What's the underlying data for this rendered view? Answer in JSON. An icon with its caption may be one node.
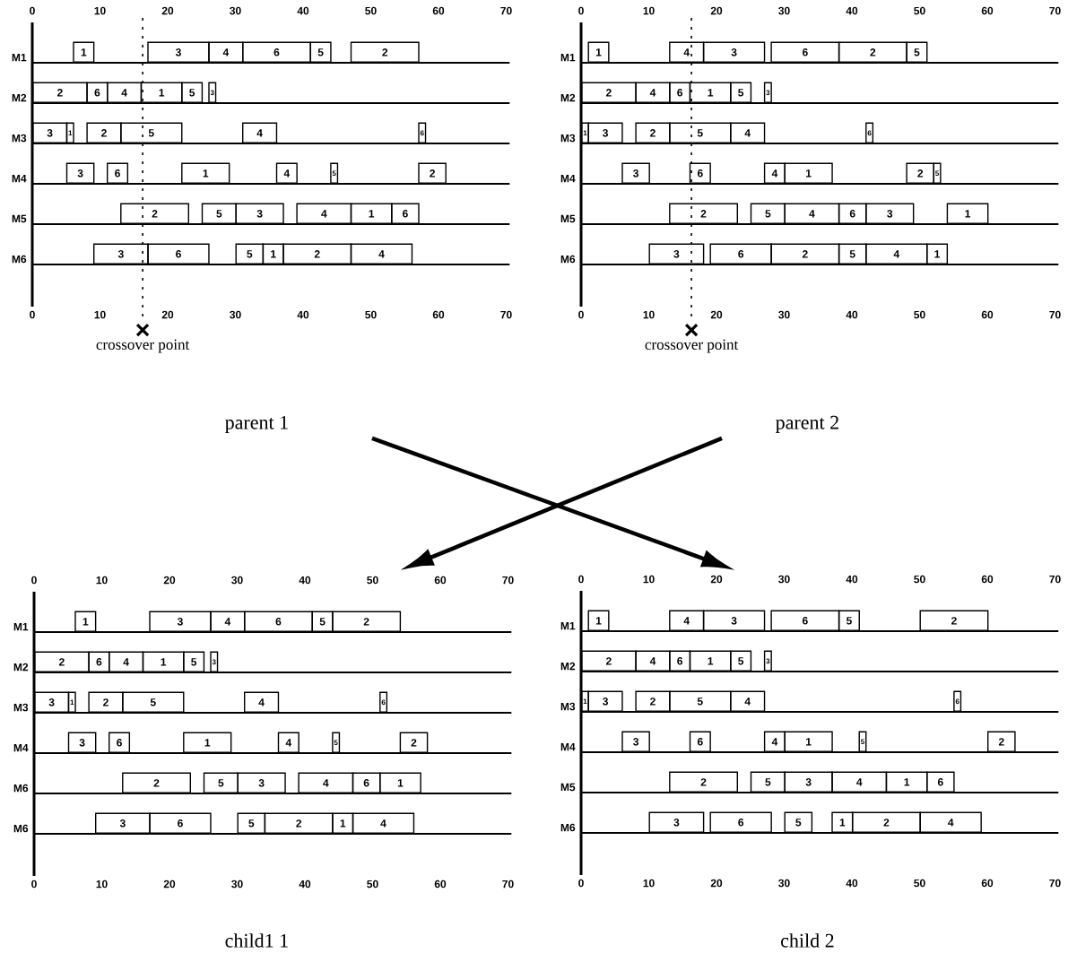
{
  "diagram": {
    "nodes": [
      {
        "text": [
          "parent 1"
        ]
      },
      {
        "text": [
          "1"
        ],
        "in": 0
      },
      {
        "text": [
          "3"
        ],
        "in": 0
      },
      {
        "text": [
          "4"
        ],
        "in": 0
      },
      {
        "text": [
          "6"
        ],
        "in": 0
      },
      {
        "text": [
          "5"
        ],
        "in": 0
      },
      {
        "text": [
          "2"
        ],
        "in": 0
      },
      {
        "text": [
          "2"
        ],
        "in": 0
      },
      {
        "text": [
          "6"
        ],
        "in": 0
      },
      {
        "text": [
          "4"
        ],
        "in": 0
      },
      {
        "text": [
          "1"
        ],
        "in": 0
      },
      {
        "text": [
          "5"
        ],
        "in": 0
      },
      {
        "text": [
          "3"
        ],
        "in": 0
      },
      {
        "text": [
          "3"
        ],
        "in": 0
      },
      {
        "text": [
          "1"
        ],
        "in": 0
      },
      {
        "text": [
          "2"
        ],
        "in": 0
      },
      {
        "text": [
          "5"
        ],
        "in": 0
      },
      {
        "text": [
          "4"
        ],
        "in": 0
      },
      {
        "text": [
          "6"
        ],
        "in": 0
      },
      {
        "text": [
          "3"
        ],
        "in": 0
      },
      {
        "text": [
          "6"
        ],
        "in": 0
      },
      {
        "text": [
          "1"
        ],
        "in": 0
      },
      {
        "text": [
          "4"
        ],
        "in": 0
      },
      {
        "text": [
          "5"
        ],
        "in": 0
      },
      {
        "text": [
          "2"
        ],
        "in": 0
      },
      {
        "text": [
          "2"
        ],
        "in": 0
      },
      {
        "text": [
          "5"
        ],
        "in": 0
      },
      {
        "text": [
          "3"
        ],
        "in": 0
      },
      {
        "text": [
          "4"
        ],
        "in": 0
      },
      {
        "text": [
          "1"
        ],
        "in": 0
      },
      {
        "text": [
          "6"
        ],
        "in": 0
      },
      {
        "text": [
          "3"
        ],
        "in": 0
      },
      {
        "text": [
          "6"
        ],
        "in": 0
      },
      {
        "text": [
          "5"
        ],
        "in": 0
      },
      {
        "text": [
          "1"
        ],
        "in": 0
      },
      {
        "text": [
          "2"
        ],
        "in": 0
      },
      {
        "text": [
          "4"
        ],
        "in": 0
      },
      {
        "text": [
          "parent 2"
        ]
      },
      {
        "text": [
          "1"
        ],
        "in": 37
      },
      {
        "text": [
          "4"
        ],
        "in": 37
      },
      {
        "text": [
          "3"
        ],
        "in": 37
      },
      {
        "text": [
          "6"
        ],
        "in": 37
      },
      {
        "text": [
          "2"
        ],
        "in": 37
      },
      {
        "text": [
          "5"
        ],
        "in": 37
      },
      {
        "text": [
          "2"
        ],
        "in": 37
      },
      {
        "text": [
          "4"
        ],
        "in": 37
      },
      {
        "text": [
          "6"
        ],
        "in": 37
      },
      {
        "text": [
          "1"
        ],
        "in": 37
      },
      {
        "text": [
          "5"
        ],
        "in": 37
      },
      {
        "text": [
          "3"
        ],
        "in": 37
      },
      {
        "text": [
          "1"
        ],
        "in": 37
      },
      {
        "text": [
          "3"
        ],
        "in": 37
      },
      {
        "text": [
          "2"
        ],
        "in": 37
      },
      {
        "text": [
          "5"
        ],
        "in": 37
      },
      {
        "text": [
          "4"
        ],
        "in": 37
      },
      {
        "text": [
          "6"
        ],
        "in": 37
      },
      {
        "text": [
          "3"
        ],
        "in": 37
      },
      {
        "text": [
          "6"
        ],
        "in": 37
      },
      {
        "text": [
          "4"
        ],
        "in": 37
      },
      {
        "text": [
          "1"
        ],
        "in": 37
      },
      {
        "text": [
          "2"
        ],
        "in": 37
      },
      {
        "text": [
          "5"
        ],
        "in": 37
      },
      {
        "text": [
          "2"
        ],
        "in": 37
      },
      {
        "text": [
          "5"
        ],
        "in": 37
      },
      {
        "text": [
          "4"
        ],
        "in": 37
      },
      {
        "text": [
          "6"
        ],
        "in": 37
      },
      {
        "text": [
          "3"
        ],
        "in": 37
      },
      {
        "text": [
          "1"
        ],
        "in": 37
      },
      {
        "text": [
          "3"
        ],
        "in": 37
      },
      {
        "text": [
          "6"
        ],
        "in": 37
      },
      {
        "text": [
          "2"
        ],
        "in": 37
      },
      {
        "text": [
          "5"
        ],
        "in": 37
      },
      {
        "text": [
          "4"
        ],
        "in": 37
      },
      {
        "text": [
          "1"
        ],
        "in": 37
      },
      {
        "text": [
          "child1 1"
        ]
      },
      {
        "text": [
          "1"
        ],
        "in": 74
      },
      {
        "text": [
          "3"
        ],
        "in": 74
      },
      {
        "text": [
          "4"
        ],
        "in": 74
      },
      {
        "text": [
          "6"
        ],
        "in": 74
      },
      {
        "text": [
          "5"
        ],
        "in": 74
      },
      {
        "text": [
          "2"
        ],
        "in": 74
      },
      {
        "text": [
          "2"
        ],
        "in": 74
      },
      {
        "text": [
          "6"
        ],
        "in": 74
      },
      {
        "text": [
          "4"
        ],
        "in": 74
      },
      {
        "text": [
          "1"
        ],
        "in": 74
      },
      {
        "text": [
          "5"
        ],
        "in": 74
      },
      {
        "text": [
          "3"
        ],
        "in": 74
      },
      {
        "text": [
          "3"
        ],
        "in": 74
      },
      {
        "text": [
          "1"
        ],
        "in": 74
      },
      {
        "text": [
          "2"
        ],
        "in": 74
      },
      {
        "text": [
          "5"
        ],
        "in": 74
      },
      {
        "text": [
          "4"
        ],
        "in": 74
      },
      {
        "text": [
          "6"
        ],
        "in": 74
      },
      {
        "text": [
          "3"
        ],
        "in": 74
      },
      {
        "text": [
          "6"
        ],
        "in": 74
      },
      {
        "text": [
          "1"
        ],
        "in": 74
      },
      {
        "text": [
          "4"
        ],
        "in": 74
      },
      {
        "text": [
          "5"
        ],
        "in": 74
      },
      {
        "text": [
          "2"
        ],
        "in": 74
      },
      {
        "text": [
          "2"
        ],
        "in": 74
      },
      {
        "text": [
          "5"
        ],
        "in": 74
      },
      {
        "text": [
          "3"
        ],
        "in": 74
      },
      {
        "text": [
          "4"
        ],
        "in": 74
      },
      {
        "text": [
          "6"
        ],
        "in": 74
      },
      {
        "text": [
          "1"
        ],
        "in": 74
      },
      {
        "text": [
          "3"
        ],
        "in": 74
      },
      {
        "text": [
          "6"
        ],
        "in": 74
      },
      {
        "text": [
          "5"
        ],
        "in": 74
      },
      {
        "text": [
          "2"
        ],
        "in": 74
      },
      {
        "text": [
          "1"
        ],
        "in": 74
      },
      {
        "text": [
          "4"
        ],
        "in": 74
      },
      {
        "text": [
          "child 2"
        ]
      },
      {
        "text": [
          "1"
        ],
        "in": 111
      },
      {
        "text": [
          "4"
        ],
        "in": 111
      },
      {
        "text": [
          "3"
        ],
        "in": 111
      },
      {
        "text": [
          "6"
        ],
        "in": 111
      },
      {
        "text": [
          "5"
        ],
        "in": 111
      },
      {
        "text": [
          "2"
        ],
        "in": 111
      },
      {
        "text": [
          "2"
        ],
        "in": 111
      },
      {
        "text": [
          "4"
        ],
        "in": 111
      },
      {
        "text": [
          "6"
        ],
        "in": 111
      },
      {
        "text": [
          "1"
        ],
        "in": 111
      },
      {
        "text": [
          "5"
        ],
        "in": 111
      },
      {
        "text": [
          "3"
        ],
        "in": 111
      },
      {
        "text": [
          "1"
        ],
        "in": 111
      },
      {
        "text": [
          "3"
        ],
        "in": 111
      },
      {
        "text": [
          "2"
        ],
        "in": 111
      },
      {
        "text": [
          "5"
        ],
        "in": 111
      },
      {
        "text": [
          "4"
        ],
        "in": 111
      },
      {
        "text": [
          "6"
        ],
        "in": 111
      },
      {
        "text": [
          "3"
        ],
        "in": 111
      },
      {
        "text": [
          "6"
        ],
        "in": 111
      },
      {
        "text": [
          "4"
        ],
        "in": 111
      },
      {
        "text": [
          "1"
        ],
        "in": 111
      },
      {
        "text": [
          "5"
        ],
        "in": 111
      },
      {
        "text": [
          "2"
        ],
        "in": 111
      },
      {
        "text": [
          "2"
        ],
        "in": 111
      },
      {
        "text": [
          "5"
        ],
        "in": 111
      },
      {
        "text": [
          "3"
        ],
        "in": 111
      },
      {
        "text": [
          "4"
        ],
        "in": 111
      },
      {
        "text": [
          "1"
        ],
        "in": 111
      },
      {
        "text": [
          "6"
        ],
        "in": 111
      },
      {
        "text": [
          "3"
        ],
        "in": 111
      },
      {
        "text": [
          "6"
        ],
        "in": 111
      },
      {
        "text": [
          "5"
        ],
        "in": 111
      },
      {
        "text": [
          "1"
        ],
        "in": 111
      },
      {
        "text": [
          "2"
        ],
        "in": 111
      },
      {
        "text": [
          "4"
        ],
        "in": 111
      }
    ],
    "edges": [
      {
        "from": 0,
        "to": 111,
        "arrow": "to"
      },
      {
        "from": 37,
        "to": 74,
        "arrow": "to"
      }
    ],
    "labels": [
      "0",
      "10",
      "20",
      "30",
      "40",
      "50",
      "60",
      "70",
      "M1",
      "M2",
      "M3",
      "M4",
      "M5",
      "M6",
      "0",
      "10",
      "20",
      "30",
      "40",
      "50",
      "60",
      "70",
      "crossover point",
      "0",
      "10",
      "20",
      "30",
      "40",
      "50",
      "60",
      "70",
      "M1",
      "M2",
      "M3",
      "M4",
      "M5",
      "M6",
      "0",
      "10",
      "20",
      "30",
      "40",
      "50",
      "60",
      "70",
      "crossover point",
      "0",
      "10",
      "20",
      "30",
      "40",
      "50",
      "60",
      "70",
      "M1",
      "M2",
      "M3",
      "M4",
      "M6",
      "M6",
      "0",
      "10",
      "20",
      "30",
      "40",
      "50",
      "60",
      "70",
      "0",
      "10",
      "20",
      "30",
      "40",
      "50",
      "60",
      "70",
      "M1",
      "M2",
      "M3",
      "M4",
      "M5",
      "M6",
      "0",
      "10",
      "20",
      "30",
      "40",
      "50",
      "60",
      "70"
    ]
  }
}
